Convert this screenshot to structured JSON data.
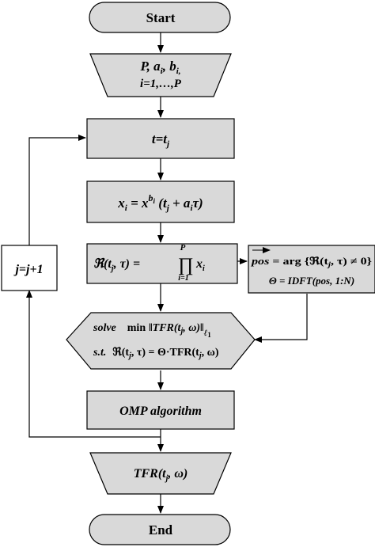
{
  "nodes": {
    "start": "Start",
    "input": {
      "P": "P",
      "comma1": ", ",
      "a": "a",
      "a_sub": "i",
      "comma2": ", ",
      "b": "b",
      "b_sub": "i,",
      "range": "i=1,…,P"
    },
    "assign_t": {
      "t": "t=t",
      "sub": "j"
    },
    "compute_x": {
      "lhs": "x",
      "lhs_sub": "i",
      "eq": " = x",
      "exp": "b",
      "exp_sub": "i",
      "paren_open": " (t",
      "t_sub": "j",
      "plus": " + a",
      "a_sub": "i",
      "tau": "τ)"
    },
    "product": {
      "R": "ℜ(t",
      "sub": "j",
      "rest": ", τ) = ",
      "prod": "∏",
      "upper": "P",
      "lower": "i=1",
      "x": "x",
      "x_sub": "i"
    },
    "pos_box": {
      "line1_pos": "pos",
      "line1_eq": " = arg",
      "line1_open": " {ℜ(t",
      "line1_sub": "j",
      "line1_close": ", τ) ≠ 0}",
      "line2": "Θ = IDFT(pos, 1:N)"
    },
    "increment": "j=j+1",
    "solve": {
      "solve": "solve",
      "min": "min",
      "norm_open": "‖",
      "tfr": "TFR(t",
      "tfr_sub": "j",
      "tfr_close": ", ω)",
      "norm_close": "‖",
      "norm_sub": "ℓ",
      "norm_sub2": "1",
      "st": "s.t.",
      "R": "ℜ(t",
      "R_sub": "j",
      "R_rest": ", τ) = Θ·TFR(t",
      "R_sub2": "j",
      "R_end": ", ω)"
    },
    "omp": "OMP algorithm",
    "output": {
      "tfr": "TFR(t",
      "sub": "j",
      "close": ", ω)"
    },
    "end": "End"
  },
  "colors": {
    "box_fill": "#d9d9d9",
    "stroke": "#000000",
    "background": "#ffffff"
  }
}
